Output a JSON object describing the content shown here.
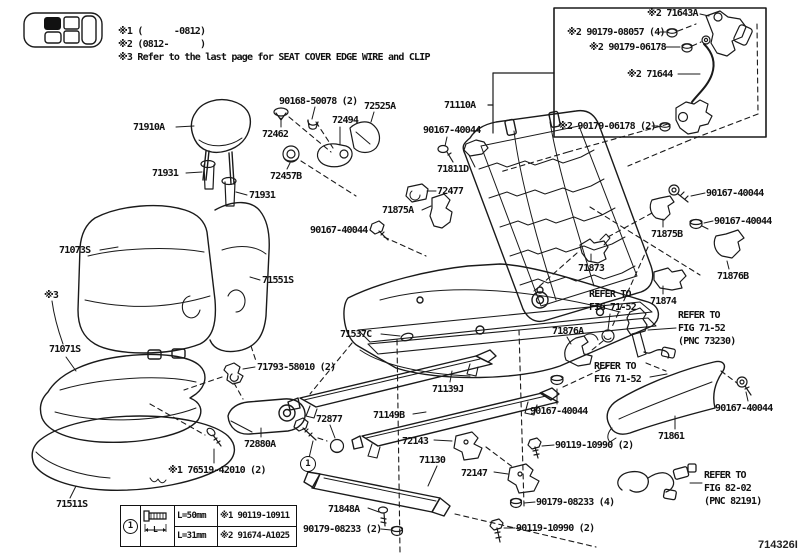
{
  "page": {
    "background": "#ffffff",
    "ink": "#1a1a1a",
    "diagram_code": "714326I"
  },
  "header": {
    "notes": [
      "※1 (      -0812)",
      "※2 (0812-      )",
      "※3 Refer to the last page for SEAT COVER EDGE WIRE and CLIP"
    ]
  },
  "callouts": {
    "one": "1"
  },
  "inset_box_labels": {
    "p71643A": "※2 71643A",
    "p90179_08057": "※2 90179-08057 (4)",
    "p90179_06178": "※2 90179-06178",
    "p71644": "※2 71644",
    "p90179_06178_2": "※2 90179-06178 (2)"
  },
  "labels": {
    "p71910A": "71910A",
    "p71931_l": "71931",
    "p71931_r": "71931",
    "p71073S": "71073S",
    "p71551S": "71551S",
    "px3": "※3",
    "p71071S": "71071S",
    "p71511S": "71511S",
    "p90168_50078": "90168-50078 (2)",
    "p72462": "72462",
    "p72525A": "72525A",
    "p72494": "72494",
    "p72457B": "72457B",
    "p90167_40044_a": "90167-40044",
    "p71110A": "71110A",
    "p71811D": "71811D",
    "p72477": "72477",
    "p71875A": "71875A",
    "p90167_40044_b": "90167-40044",
    "p71537C": "71537C",
    "p71793_58010": "71793-58010 (2)",
    "p72880A": "72880A",
    "p72877": "72877",
    "p76519_42010": "※1 76519-42010 (2)",
    "p71139J": "71139J",
    "p71149B": "71149B",
    "p72143": "72143",
    "p71130": "71130",
    "p72147": "72147",
    "p71848A": "71848A",
    "p90179_08233_2": "90179-08233 (2)",
    "p90119_10990_a": "90119-10990 (2)",
    "p90179_08233_4": "90179-08233 (4)",
    "p90119_10990_b": "90119-10990 (2)",
    "p90167_40044_c": "90167-40044",
    "p90167_40044_d": "90167-40044",
    "p71875B": "71875B",
    "p71873": "71873",
    "p71876B": "71876B",
    "p71874": "71874",
    "prefer_7152_a": "REFER TO\nFIG 71-52",
    "p71876A": "71876A",
    "prefer_7152_pnc": "REFER TO\nFIG 71-52\n(PNC 73230)",
    "prefer_7152_b": "REFER TO\nFIG 71-52",
    "p90167_40044_e": "90167-40044",
    "p90167_40044_f": "90167-40044",
    "p71861": "71861",
    "prefer_8202": "REFER TO\nFIG 82-02\n(PNC 82191)"
  },
  "bolt_table": {
    "callout": "1",
    "dim_label": "L",
    "rows": [
      {
        "length": "L=50mm",
        "part": "※1 90119-10911"
      },
      {
        "length": "L=31mm",
        "part": "※2 91674-A1025"
      }
    ]
  }
}
